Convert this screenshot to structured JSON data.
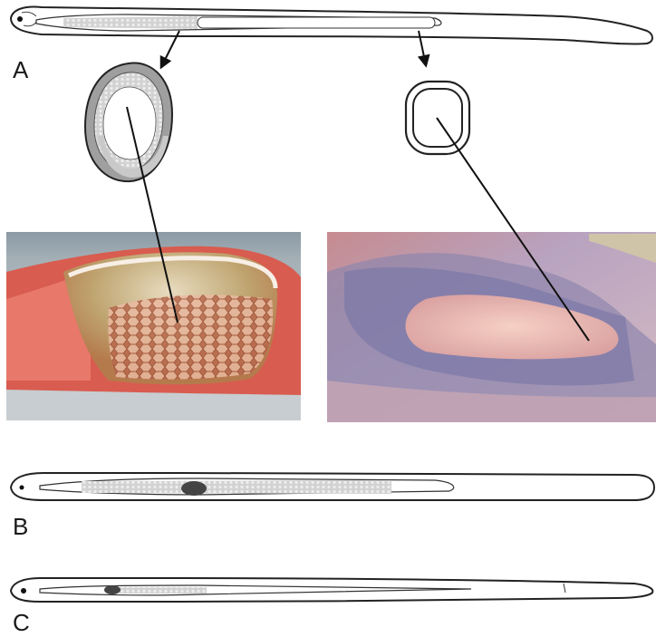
{
  "figure": {
    "panels": [
      {
        "id": "A",
        "label": "A"
      },
      {
        "id": "B",
        "label": "B"
      },
      {
        "id": "C",
        "label": "C"
      }
    ]
  },
  "colors": {
    "outline": "#222222",
    "stippled_tissue": "#c9c9c9",
    "dark_organ": "#444444",
    "photo_left_tissue": "#e07060",
    "photo_right_tissue": "#9a8fb5"
  }
}
